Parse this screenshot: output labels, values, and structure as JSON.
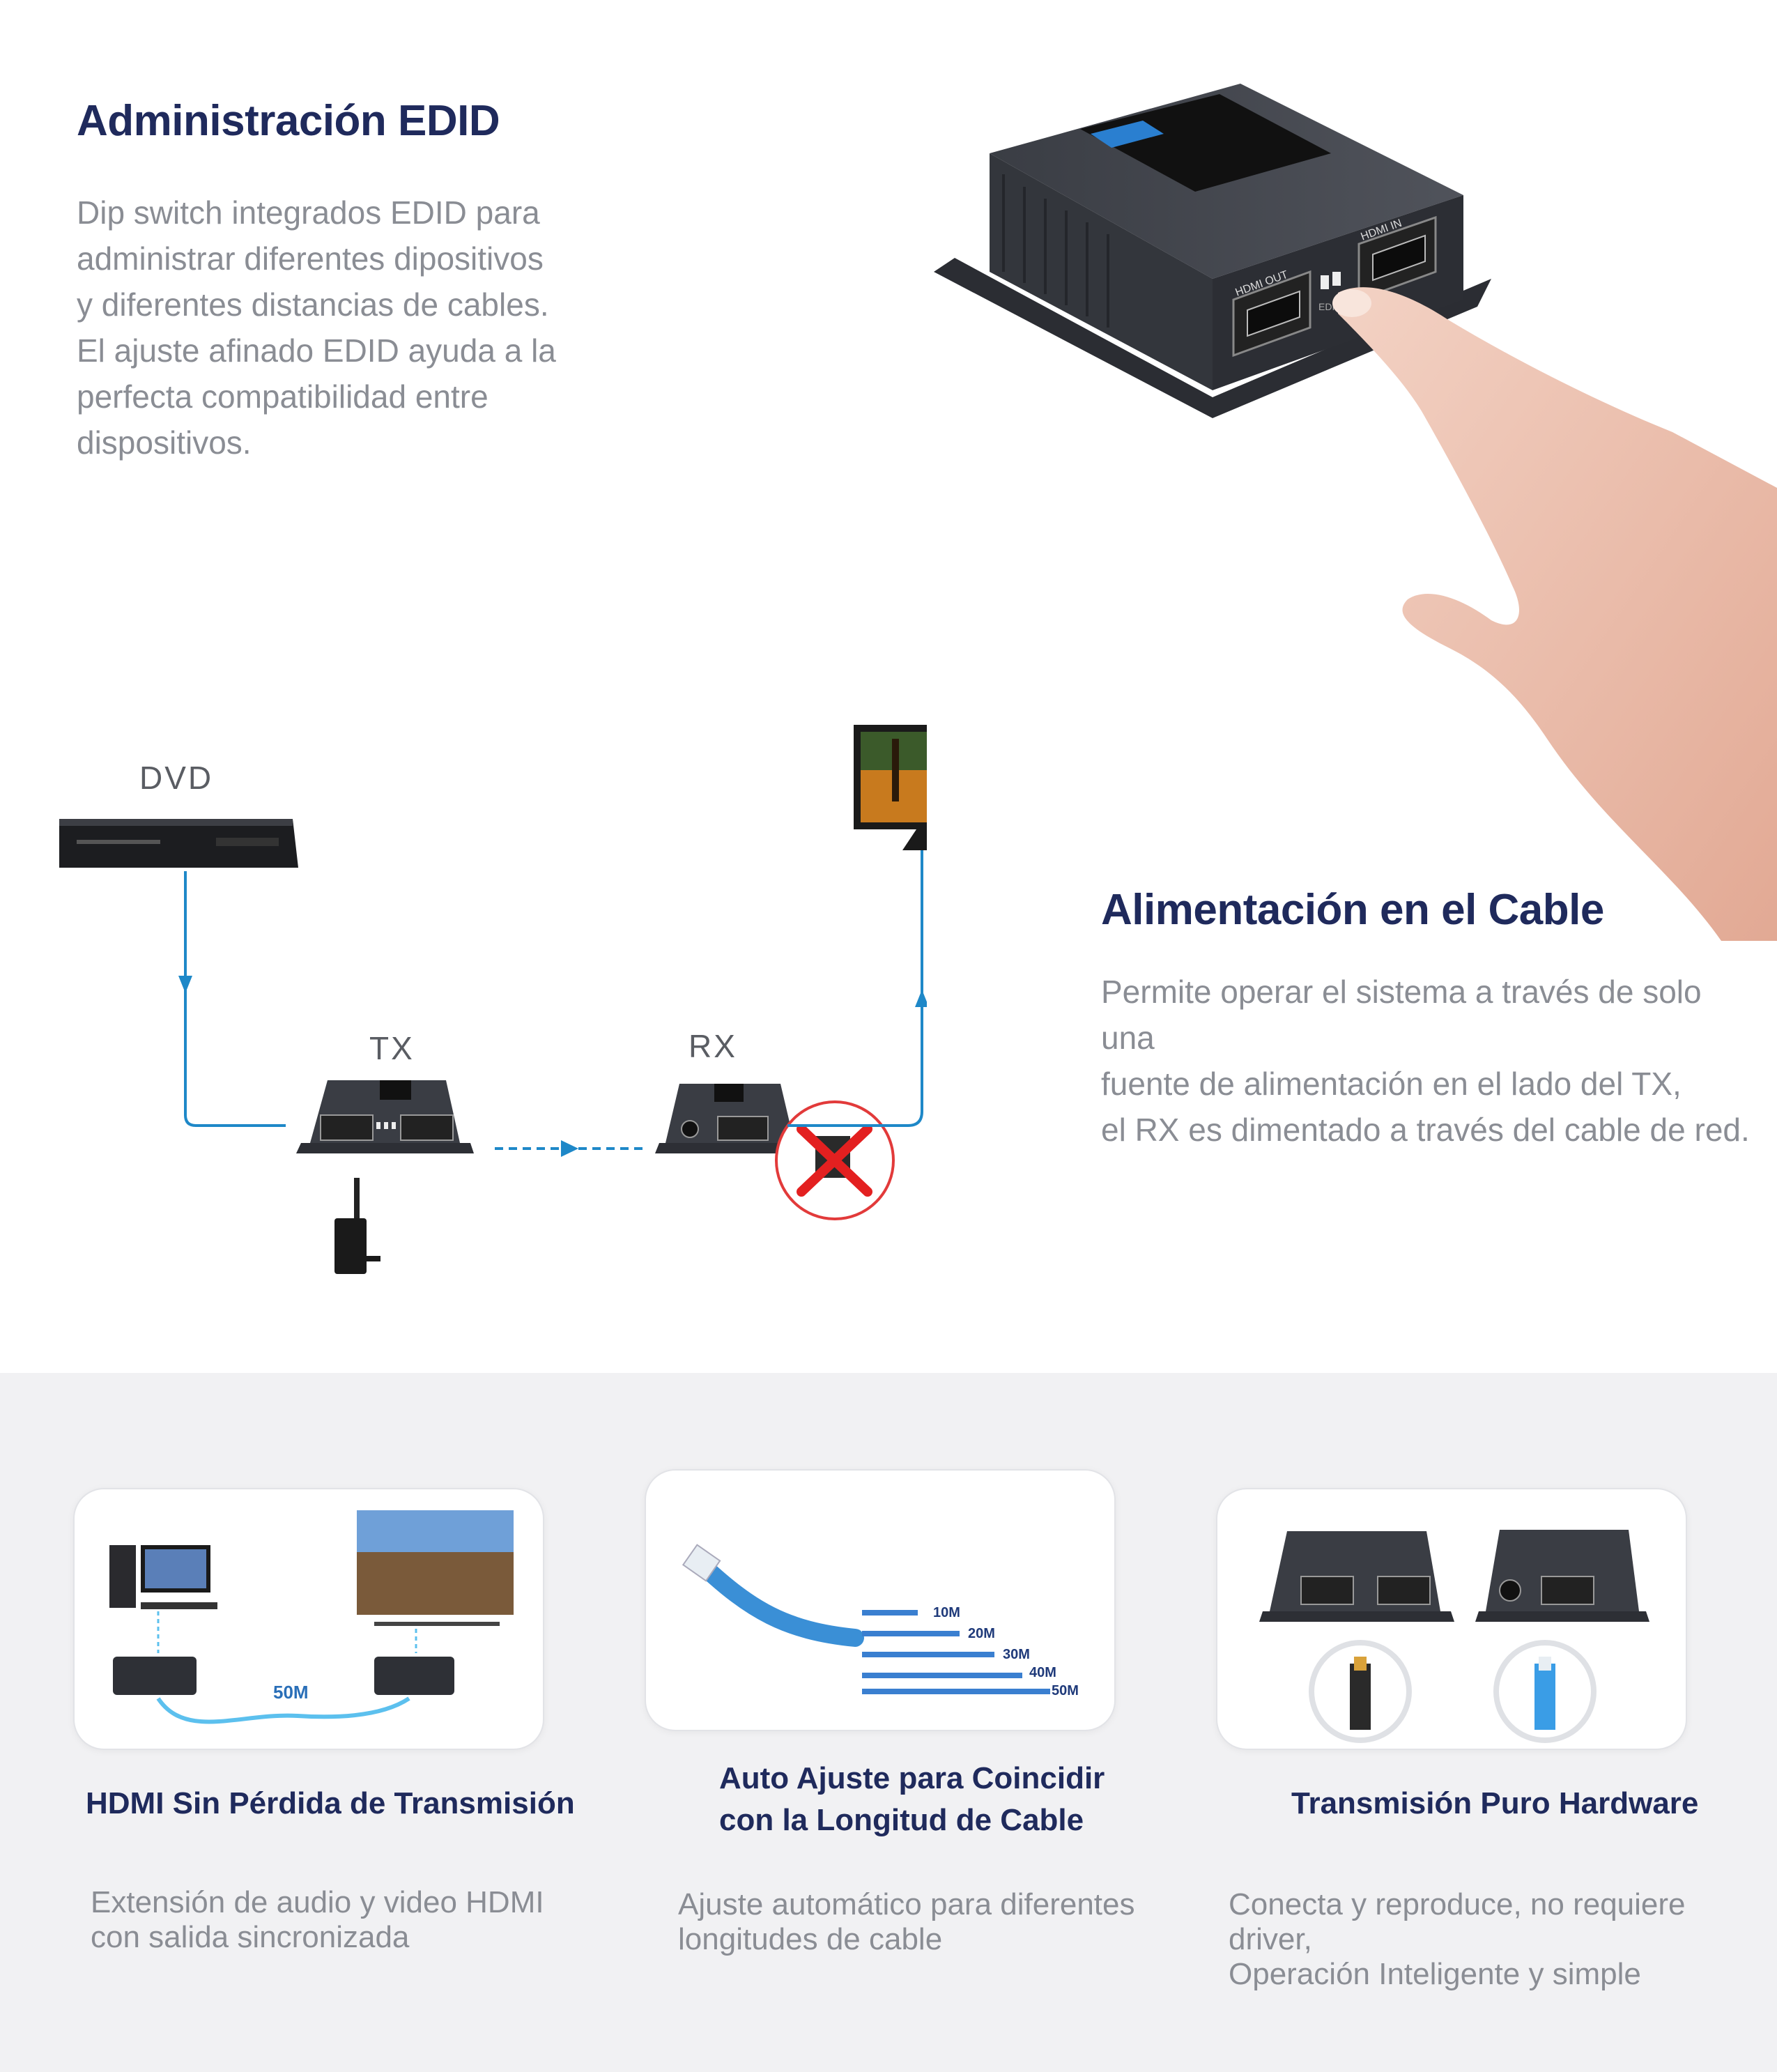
{
  "edid": {
    "title": "Administración EDID",
    "description": "Dip switch integrados EDID para\nadministrar diferentes dipositivos\ny diferentes distancias de cables.\nEl ajuste afinado EDID ayuda a la\nperfecta compatibilidad entre\ndispositivos.",
    "device": {
      "hdmi_out": "HDMI OUT",
      "hdmi_in": "HDMI IN",
      "edid_label": "EDID"
    }
  },
  "diagram": {
    "dvd_label": "DVD",
    "tx_label": "TX",
    "rx_label": "RX"
  },
  "power": {
    "title": "Alimentación en el Cable",
    "description": "Permite operar el sistema a través de solo una\nfuente de alimentación en el lado del TX,\nel RX es dimentado a través del cable de red."
  },
  "features": [
    {
      "title": "HDMI Sin Pérdida de Transmisión",
      "description": "Extensión de audio y video HDMI\ncon salida sincronizada",
      "image_label": "50M"
    },
    {
      "title": "Auto Ajuste para Coincidir\ncon la Longitud de Cable",
      "description": "Ajuste automático para diferentes\nlongitudes de cable",
      "cable_lengths": [
        "10M",
        "20M",
        "30M",
        "40M",
        "50M"
      ]
    },
    {
      "title": "Transmisión Puro Hardware",
      "description": "Conecta y reproduce, no requiere driver,\nOperación Inteligente y simple"
    }
  ],
  "colors": {
    "heading": "#1f2a5c",
    "body_text": "#8a8d94",
    "cable_blue": "#1e88c8",
    "bottom_bg": "#f1f1f3"
  }
}
